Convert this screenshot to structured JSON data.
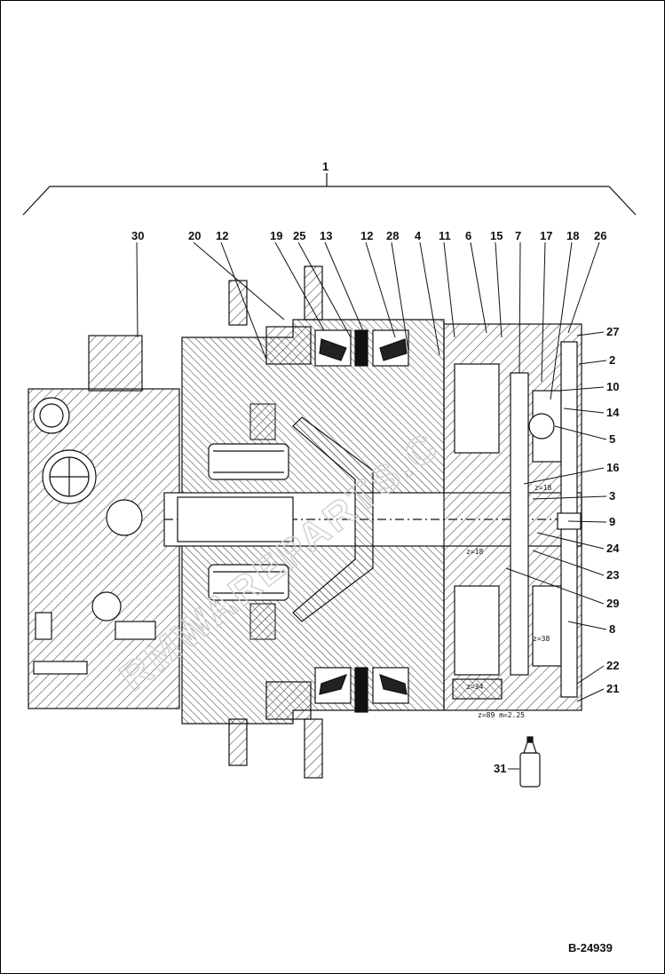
{
  "assembly_label": "1",
  "callouts_top": [
    "30",
    "20",
    "12",
    "19",
    "25",
    "13",
    "12",
    "28",
    "4",
    "11",
    "6",
    "15",
    "7",
    "17",
    "18",
    "26"
  ],
  "callouts_right": [
    "27",
    "2",
    "10",
    "14",
    "5",
    "16",
    "3",
    "9",
    "24",
    "23",
    "29",
    "8",
    "22",
    "21"
  ],
  "callout_bottom": "31",
  "gear_labels": [
    "z=18",
    "z=18",
    "z=38",
    "z=34",
    "z=89 m=2.25"
  ],
  "watermark": "RMWAREPARTS.C",
  "doc_id": "B-24939"
}
